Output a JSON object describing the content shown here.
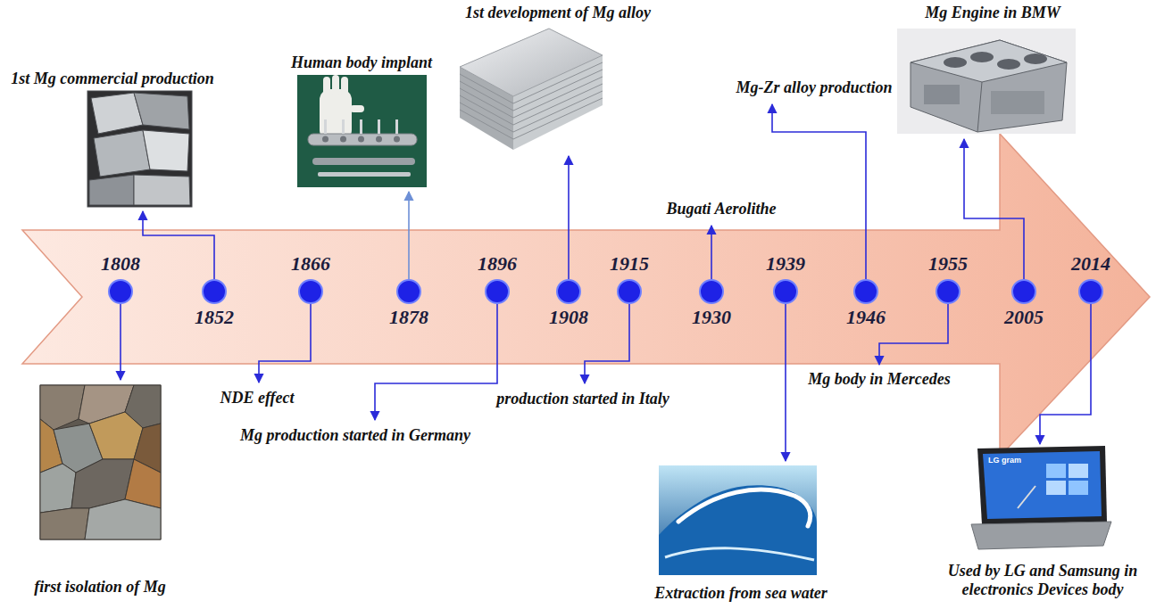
{
  "diagram": {
    "nodes": [
      {
        "text": [
          "1808"
        ]
      },
      {
        "text": [
          "1852"
        ]
      },
      {
        "text": [
          "1866"
        ]
      },
      {
        "text": [
          "1878"
        ]
      },
      {
        "text": [
          "1896"
        ]
      },
      {
        "text": [
          "1908"
        ]
      },
      {
        "text": [
          "1915"
        ]
      },
      {
        "text": [
          "1930"
        ]
      },
      {
        "text": [
          "1939"
        ]
      },
      {
        "text": [
          "1946"
        ]
      },
      {
        "text": [
          "1955"
        ]
      },
      {
        "text": [
          "2005"
        ]
      },
      {
        "text": [
          "2014"
        ]
      }
    ],
    "labels": [
      "first isolation of Mg",
      "1st Mg commercial production",
      "NDE effect",
      "Human body implant",
      "Mg production started in Germany",
      "1st development of Mg alloy",
      "production started in Italy",
      "Bugati Aerolithe",
      "Extraction from sea water",
      "Mg-Zr alloy production",
      "Mg body in Mercedes",
      "Mg Engine in BMW",
      "Used by LG and Samsung in electronics Devices body",
      "LG gram"
    ]
  }
}
